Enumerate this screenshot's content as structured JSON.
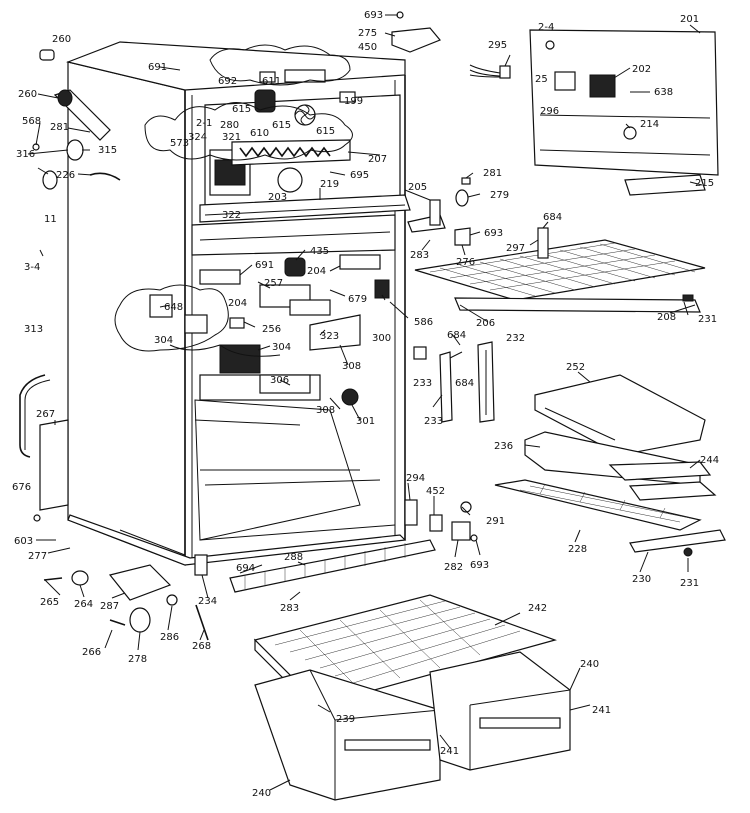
{
  "labels": {
    "l693a": "693",
    "l275": "275",
    "l450": "450",
    "l260a": "260",
    "l691": "691",
    "l692": "692",
    "l611": "611",
    "l199": "199",
    "l260b": "260",
    "l615a": "615",
    "l610": "610",
    "l615b": "615",
    "l615c": "615",
    "l2_1": "2-1",
    "l280": "280",
    "l321": "321",
    "l568": "568",
    "l281a": "281",
    "l573": "573",
    "l324": "324",
    "l315": "315",
    "l316": "316",
    "l226": "226",
    "l207": "207",
    "l695": "695",
    "l219": "219",
    "l322": "322",
    "l203": "203",
    "l205": "205",
    "l201": "201",
    "l24": "2-4",
    "l295": "295",
    "l202": "202",
    "l638": "638",
    "l25": "25",
    "l296": "296",
    "l214": "214",
    "l215": "215",
    "l281b": "281",
    "l279": "279",
    "l684a": "684",
    "l693b": "693",
    "l297": "297",
    "l283": "283",
    "l276": "276",
    "l11": "11",
    "l314": "3-4",
    "l435": "435",
    "l691b": "691",
    "l204a": "204",
    "l257": "257",
    "l204b": "204",
    "l679": "679",
    "l648": "648",
    "l256": "256",
    "l300": "300",
    "l586": "586",
    "l206": "206",
    "l208": "208",
    "l231a": "231",
    "l313": "313",
    "l304a": "304",
    "l304b": "304",
    "l323": "323",
    "l308a": "308",
    "l684b": "684",
    "l232": "232",
    "l233a": "233",
    "l684c": "684",
    "l306": "306",
    "l308b": "308",
    "l301": "301",
    "l233b": "233",
    "l252": "252",
    "l267": "267",
    "l236": "236",
    "l244": "244",
    "l676": "676",
    "l294": "294",
    "l452": "452",
    "l291": "291",
    "l603": "603",
    "l277": "277",
    "l228": "228",
    "l282": "282",
    "l693c": "693",
    "l694": "694",
    "l288a": "288",
    "l230": "230",
    "l231b": "231",
    "l265": "265",
    "l264": "264",
    "l287": "287",
    "l234": "234",
    "l283b": "283",
    "l242": "242",
    "l266": "266",
    "l286": "286",
    "l268": "268",
    "l278": "278",
    "l240a": "240",
    "l239": "239",
    "l241a": "241",
    "l241b": "241",
    "l240b": "240"
  }
}
